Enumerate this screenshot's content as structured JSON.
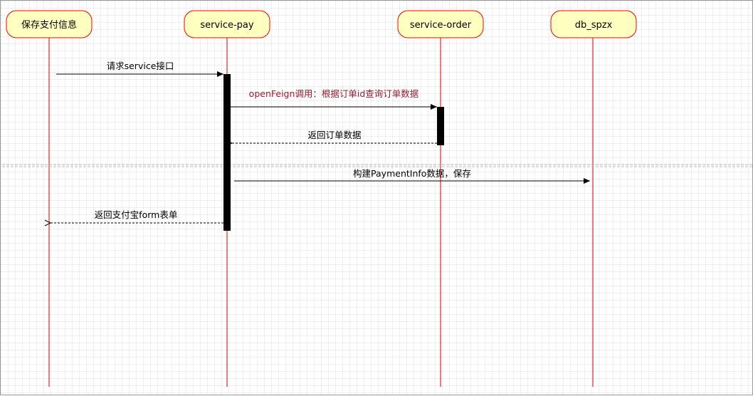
{
  "diagram": {
    "type": "sequence",
    "participants": [
      {
        "id": "p0",
        "label": "保存支付信息"
      },
      {
        "id": "p1",
        "label": "service-pay"
      },
      {
        "id": "p2",
        "label": "service-order"
      },
      {
        "id": "p3",
        "label": "db_spzx"
      }
    ],
    "messages": [
      {
        "id": "m0",
        "label": "请求service接口",
        "from": "p0",
        "to": "p1",
        "style": "solid"
      },
      {
        "id": "m1",
        "label": "openFeign调用：根据订单id查询订单数据",
        "from": "p1",
        "to": "p2",
        "style": "solid",
        "label_color": "#a0182a"
      },
      {
        "id": "m2",
        "label": "返回订单数据",
        "from": "p2",
        "to": "p1",
        "style": "dashed"
      },
      {
        "id": "m3",
        "label": "构建PaymentInfo数据，保存",
        "from": "p1",
        "to": "p3",
        "style": "solid"
      },
      {
        "id": "m4",
        "label": "返回支付宝form表单",
        "from": "p1",
        "to": "p0",
        "style": "dashed"
      }
    ]
  },
  "colors": {
    "participant_fill": "#ffffc0",
    "participant_stroke": "#ff0000",
    "lifeline": "#cc0000",
    "activation": "#000000",
    "arrow": "#000000",
    "text": "#000000",
    "separator": "#b8b8b8"
  }
}
